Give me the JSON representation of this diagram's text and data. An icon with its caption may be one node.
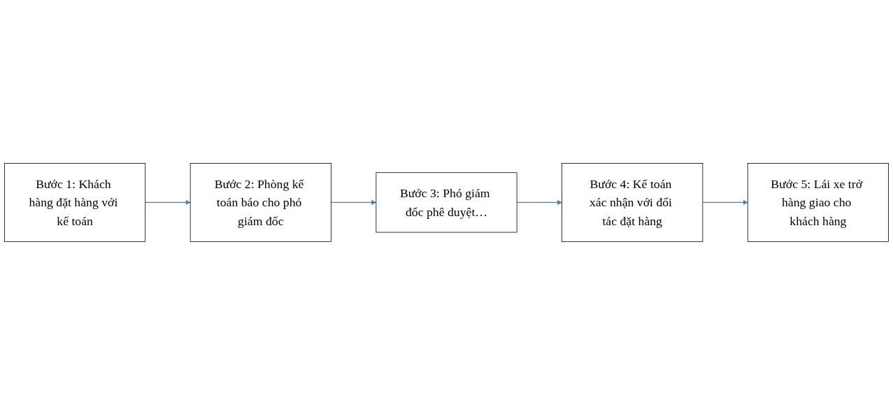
{
  "diagram": {
    "nodes": [
      {
        "text": [
          "Bước 1: Khách hàng đặt hàng với kế toán"
        ]
      },
      {
        "text": [
          "Bước 2: Phòng kế toán báo cho phó giám đốc"
        ]
      },
      {
        "text": [
          "Bước 3: Phó giám đốc phê duyệt…"
        ]
      },
      {
        "text": [
          "Bước 4: Kế toán xác nhận với đối tác đặt hàng"
        ]
      },
      {
        "text": [
          "Bước 5: Lái xe trở hàng giao cho khách hàng"
        ]
      }
    ],
    "edges": [
      {
        "from": 0,
        "to": 1,
        "arrow": "to"
      },
      {
        "from": 1,
        "to": 2,
        "arrow": "to"
      },
      {
        "from": 2,
        "to": 3,
        "arrow": "to"
      },
      {
        "from": 3,
        "to": 4,
        "arrow": "to"
      }
    ]
  }
}
